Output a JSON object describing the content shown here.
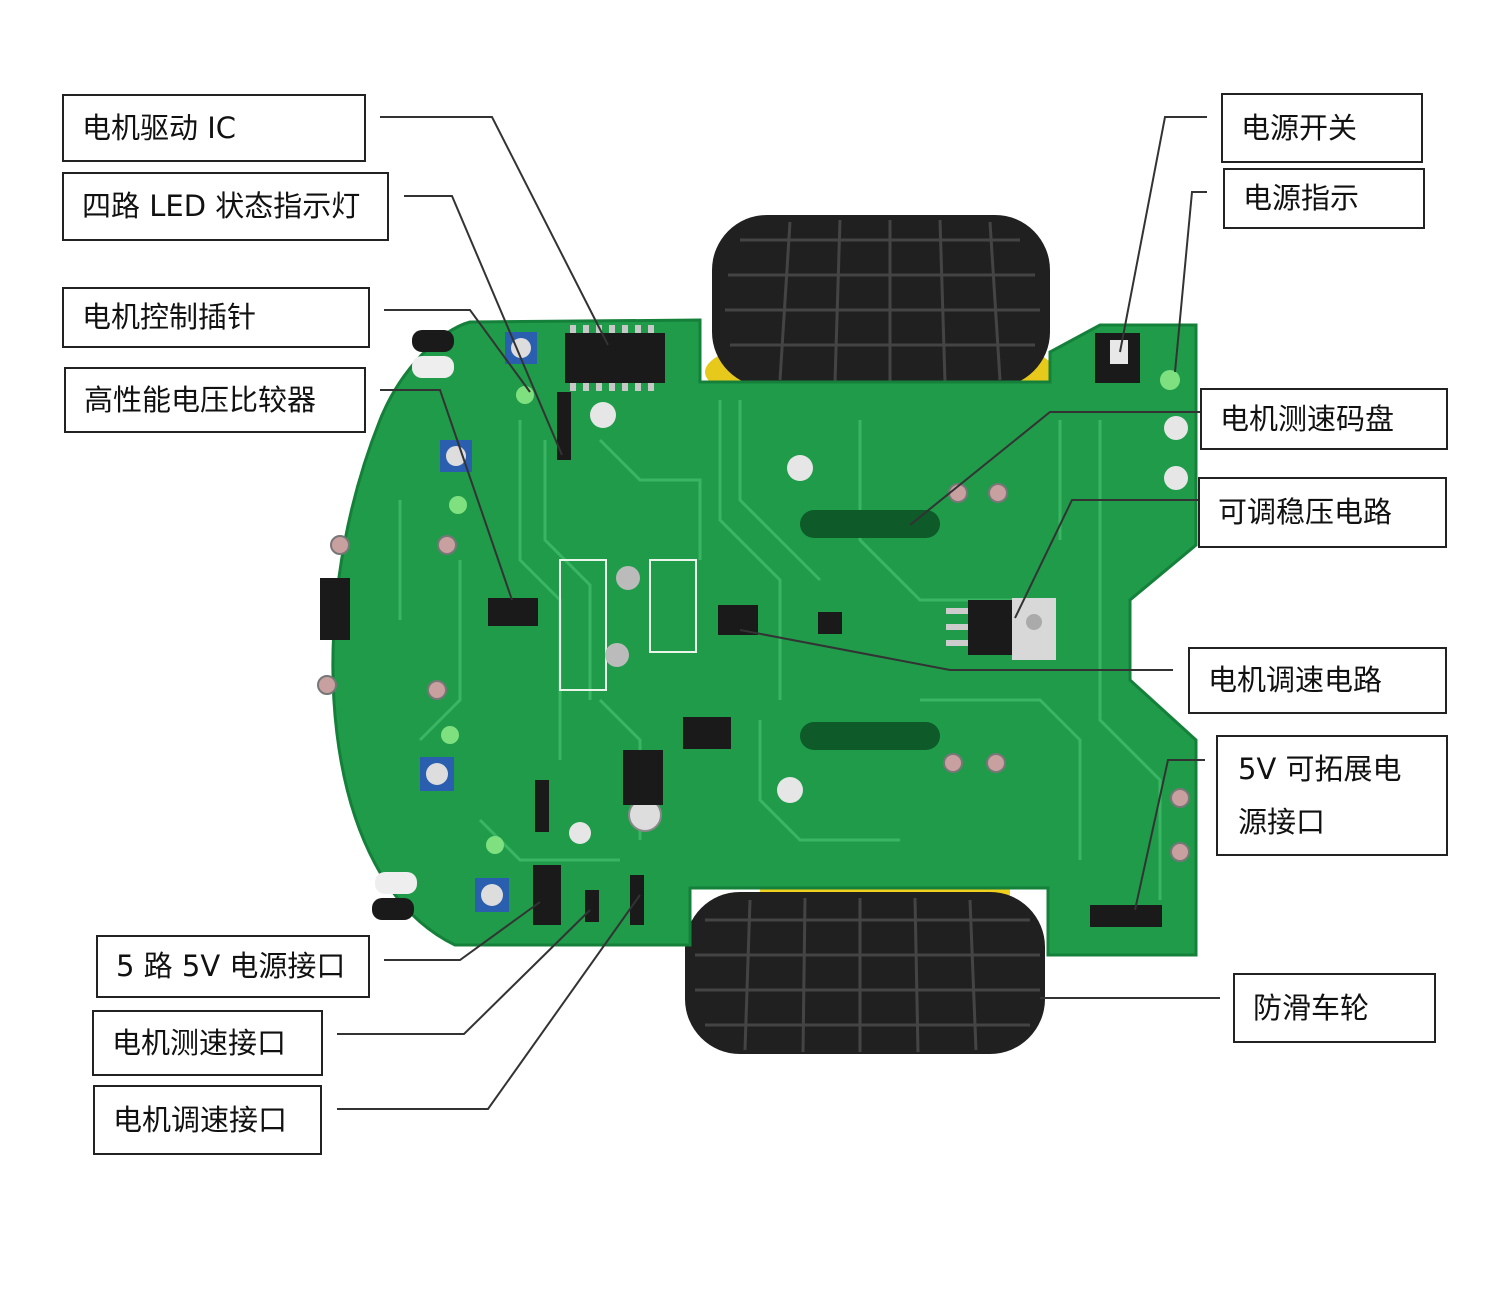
{
  "labels": {
    "motor_driver_ic": "电机驱动 IC",
    "four_led_indicators": "四路 LED 状态指示灯",
    "motor_control_pins": "电机控制插针",
    "voltage_comparator": "高性能电压比较器",
    "five_way_5v_power": "5 路 5V 电源接口",
    "motor_speed_sensor_port": "电机测速接口",
    "motor_speed_control_port": "电机调速接口",
    "power_switch": "电源开关",
    "power_indicator": "电源指示",
    "encoder_disc": "电机测速码盘",
    "adjustable_regulator": "可调稳压电路",
    "motor_speed_circuit": "电机调速电路",
    "expandable_5v_line1": "5V 可拓展电",
    "expandable_5v_line2": "源接口",
    "anti_slip_wheel": "防滑车轮"
  },
  "colors": {
    "pcb": "#1f9b4a",
    "pcb_dark": "#15803a",
    "trace": "#3ab563",
    "tire": "#202020",
    "hub": "#f0d21e",
    "silkscreen": "#e8f5e8"
  }
}
